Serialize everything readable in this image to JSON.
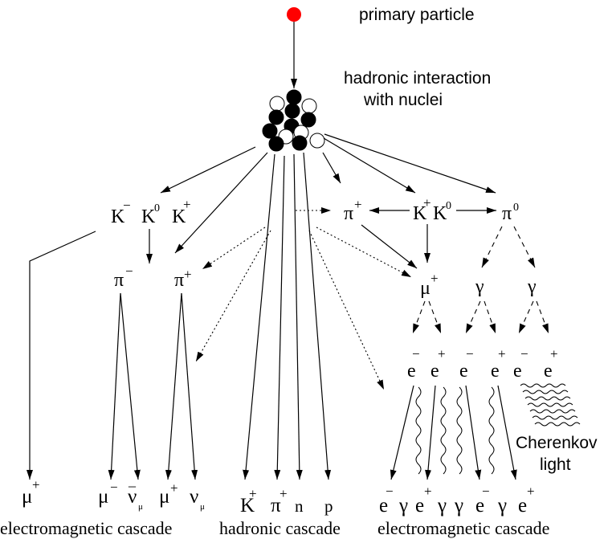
{
  "captions": {
    "primary": "primary particle",
    "hadronic_interaction_1": "hadronic interaction",
    "hadronic_interaction_2": "with nuclei",
    "cherenkov_1": "Cherenkov",
    "cherenkov_2": "light",
    "bottom_em_left": "electromagnetic cascade",
    "bottom_hadronic": "hadronic cascade",
    "bottom_em_right": "electromagnetic cascade"
  },
  "particles": {
    "k_minus": "K",
    "k_minus_sup": "−",
    "k_zero": "K",
    "k_zero_sup": "0",
    "k_plus": "K",
    "k_plus_sup": "+",
    "pi_minus": "π",
    "pi_minus_sup": "−",
    "pi_plus_mid": "π",
    "pi_plus_mid_sup": "+",
    "pi_plus_top": "π",
    "pi_plus_top_sup": "+",
    "k_plus_right": "K",
    "k_plus_right_sup": "+",
    "k_zero_right": "K",
    "k_zero_right_sup": "0",
    "pi_zero": "π",
    "pi_zero_sup": "0",
    "mu_plus_mid": "μ",
    "mu_plus_mid_sup": "+",
    "gamma_1": "γ",
    "gamma_2": "γ",
    "e1": "e",
    "e1_sup": "−",
    "e2": "e",
    "e2_sup": "+",
    "e3": "e",
    "e3_sup": "−",
    "e4": "e",
    "e4_sup": "+",
    "e5": "e",
    "e5_sup": "−",
    "e6": "e",
    "e6_sup": "+"
  },
  "bottom_row": {
    "mu_plus": "μ",
    "mu_plus_sup": "+",
    "mu_minus": "μ",
    "mu_minus_sup": "−",
    "nubar": "ν",
    "nubar_sub": "μ",
    "nubar_bar": "_",
    "mu_plus2": "μ",
    "mu_plus2_sup": "+",
    "nu": "ν",
    "nu_sub": "μ",
    "k_plus": "K",
    "k_plus_sup": "+",
    "pi_plus": "π",
    "pi_plus_sup": "+",
    "n": "n",
    "p": "p",
    "e_minus_1": "e",
    "e_minus_1_sup": "−",
    "gamma_a": "γ",
    "e_plus_1": "e",
    "e_plus_1_sup": "+",
    "gamma_b": "γ",
    "gamma_c": "γ",
    "e_minus_2": "e",
    "e_minus_2_sup": "−",
    "gamma_d": "γ",
    "e_plus_2": "e",
    "e_plus_2_sup": "+"
  },
  "colors": {
    "primary_particle": "#ff0000",
    "line": "#000000",
    "neutron": "#ffffff",
    "proton": "#000000"
  }
}
